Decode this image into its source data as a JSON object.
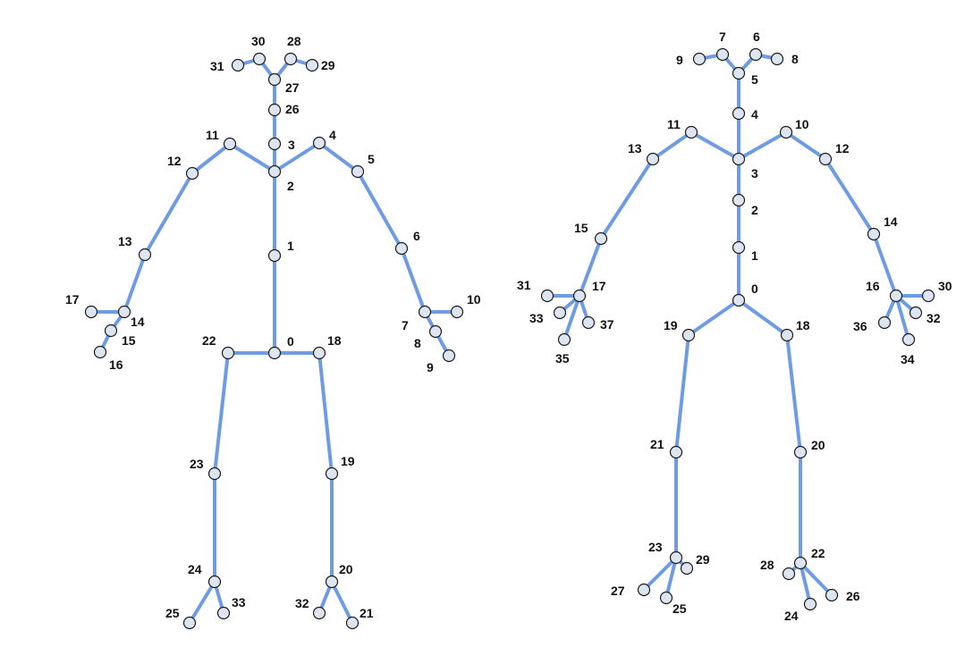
{
  "skeletons": [
    {
      "name": "left-skeleton",
      "joint_labels": [
        "0",
        "1",
        "2",
        "3",
        "4",
        "5",
        "6",
        "7",
        "8",
        "9",
        "10",
        "11",
        "12",
        "13",
        "14",
        "15",
        "16",
        "17",
        "18",
        "19",
        "20",
        "21",
        "22",
        "23",
        "24",
        "25",
        "26",
        "27",
        "28",
        "29",
        "30",
        "31",
        "32",
        "33"
      ]
    },
    {
      "name": "right-skeleton",
      "joint_labels": [
        "0",
        "1",
        "2",
        "3",
        "4",
        "5",
        "6",
        "7",
        "8",
        "9",
        "10",
        "11",
        "12",
        "13",
        "14",
        "15",
        "16",
        "17",
        "18",
        "19",
        "20",
        "21",
        "22",
        "23",
        "24",
        "25",
        "26",
        "27",
        "28",
        "29",
        "30",
        "31",
        "32",
        "33",
        "34",
        "35",
        "36",
        "37"
      ]
    }
  ],
  "colors": {
    "bone": "#6e9be3",
    "joint_fill": "#dde5f0",
    "joint_stroke": "#1b1b1b",
    "label": "#111111"
  }
}
